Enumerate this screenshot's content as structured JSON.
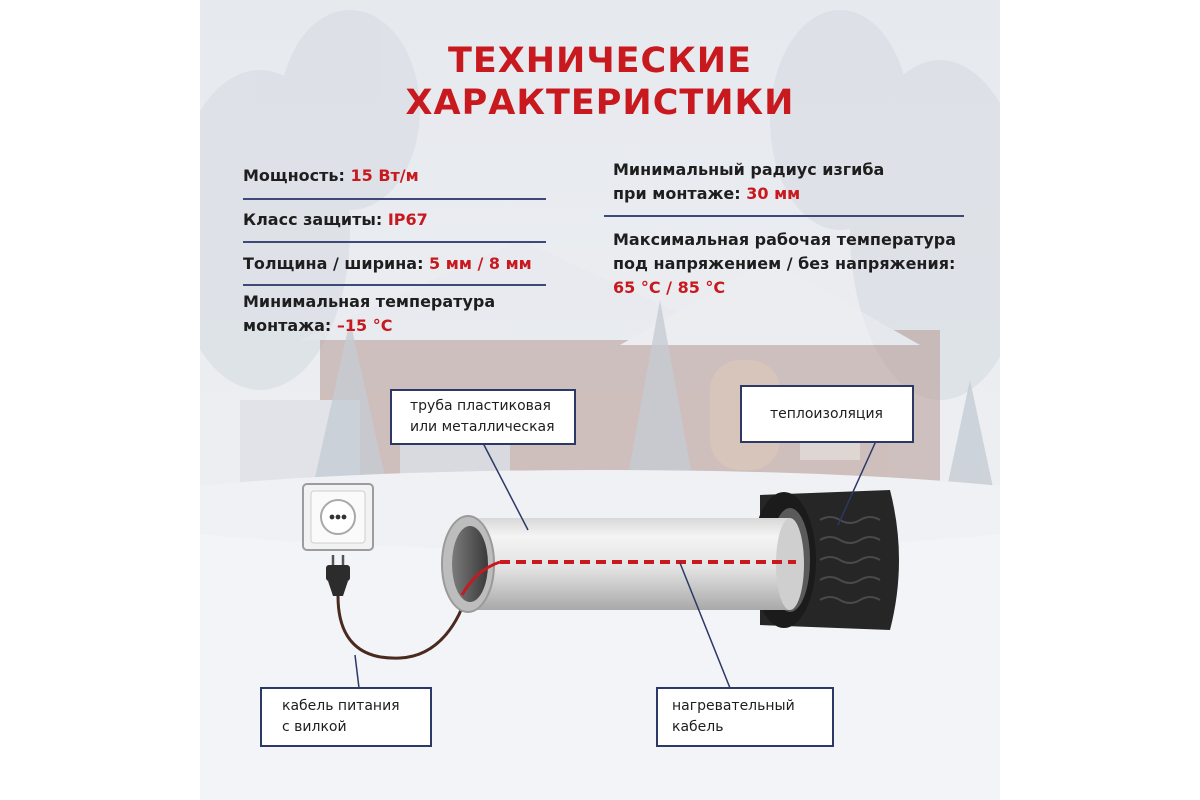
{
  "title": {
    "line1": "ТЕХНИЧЕСКИЕ",
    "line2": "ХАРАКТЕРИСТИКИ"
  },
  "specs_left": [
    {
      "label": "Мощность: ",
      "value": "15 Вт/м"
    },
    {
      "label": "Класс защиты: ",
      "value": "IP67"
    },
    {
      "label": "Толщина / ширина: ",
      "value": "5 мм / 8 мм"
    },
    {
      "label_line1": "Минимальная температура",
      "label": "монтажа: ",
      "value": "–15 °С"
    }
  ],
  "specs_right": [
    {
      "label_line1": "Минимальный радиус изгиба",
      "label": "при монтаже: ",
      "value": "30 мм"
    },
    {
      "label_line1": "Максимальная рабочая температура",
      "label_line2": "под напряжением / без напряжения:",
      "value": "65 °С / 85 °С"
    }
  ],
  "callouts": {
    "pipe": {
      "line1": "труба пластиковая",
      "line2": "или металлическая"
    },
    "insulation": {
      "line1": "теплоизоляция"
    },
    "power_cable": {
      "line1": "кабель питания",
      "line2": "с вилкой"
    },
    "heating_cable": {
      "line1": "нагревательный",
      "line2": "кабель"
    }
  },
  "colors": {
    "title_red": "#c8191f",
    "value_red": "#c8191f",
    "rule_navy": "#3d4a78",
    "box_border": "#2c3865"
  }
}
